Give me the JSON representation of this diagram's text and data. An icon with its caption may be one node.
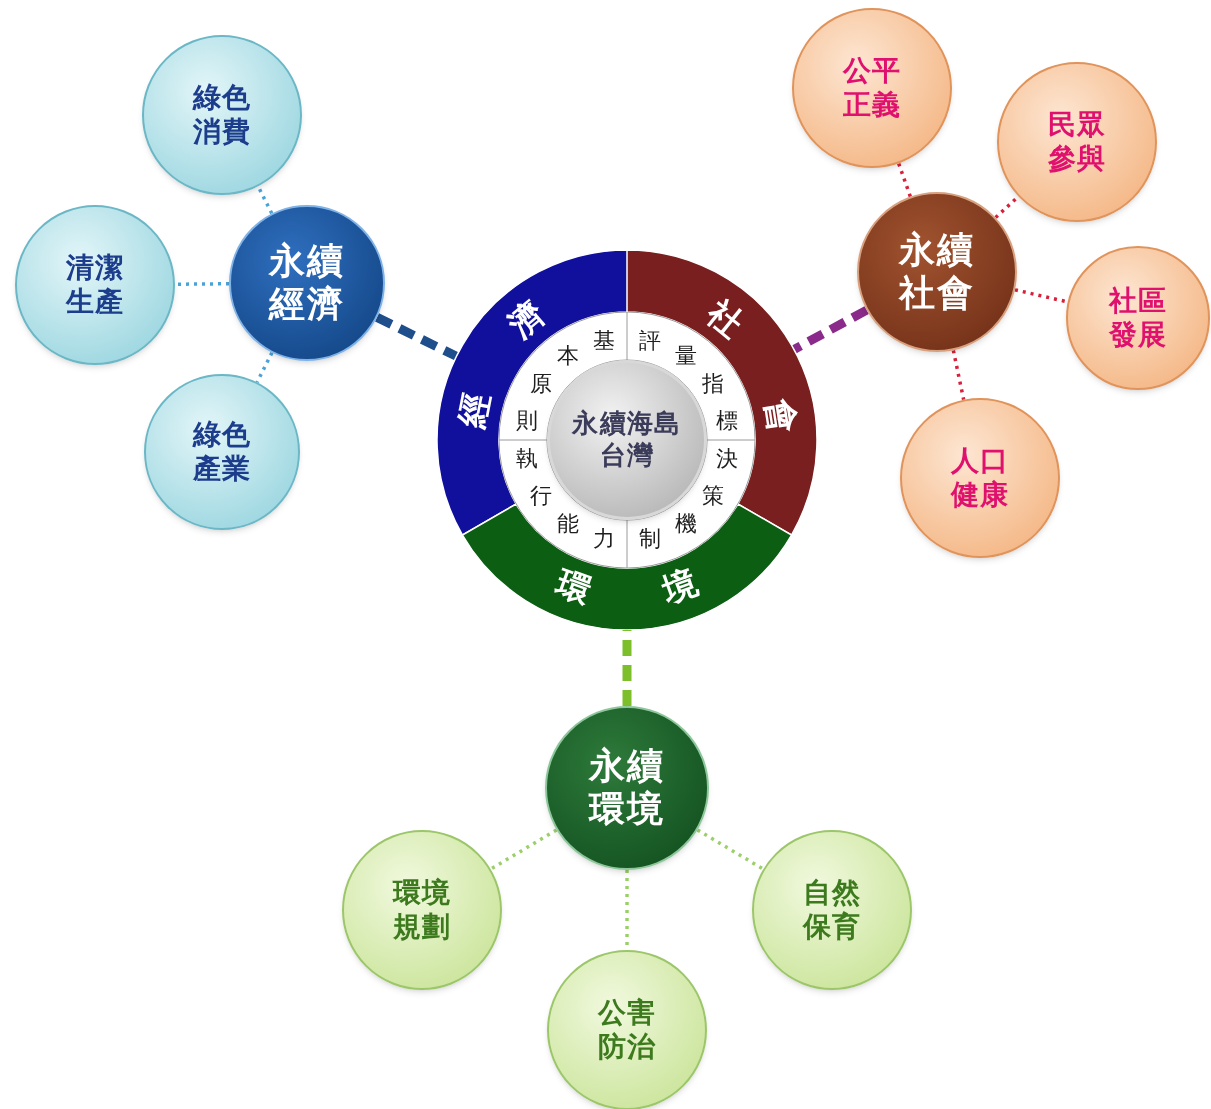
{
  "diagram": {
    "nodes": [
      {
        "text": [
          "經濟"
        ]
      },
      {
        "text": [
          "社會"
        ]
      },
      {
        "text": [
          "環境"
        ]
      },
      {
        "text": [
          "基本原則"
        ]
      },
      {
        "text": [
          "評量指標"
        ]
      },
      {
        "text": [
          "決策機制"
        ]
      },
      {
        "text": [
          "執行能力"
        ]
      },
      {
        "text": [
          "永續海島台灣"
        ]
      },
      {
        "text": [
          "永續經濟"
        ]
      },
      {
        "text": [
          "綠色消費"
        ]
      },
      {
        "text": [
          "清潔生產"
        ]
      },
      {
        "text": [
          "綠色產業"
        ]
      },
      {
        "text": [
          "永續社會"
        ]
      },
      {
        "text": [
          "公平正義"
        ]
      },
      {
        "text": [
          "民眾參與"
        ]
      },
      {
        "text": [
          "社區發展"
        ]
      },
      {
        "text": [
          "人口健康"
        ]
      },
      {
        "text": [
          "永續環境"
        ]
      },
      {
        "text": [
          "環境規劃"
        ]
      },
      {
        "text": [
          "公害防治"
        ]
      },
      {
        "text": [
          "自然保育"
        ]
      }
    ],
    "edges": [
      {
        "from": 8,
        "to": 0,
        "arrow": "none",
        "style": "dashed",
        "color": "#1f4e8c"
      },
      {
        "from": 8,
        "to": 9,
        "arrow": "none",
        "style": "dashed",
        "color": "#4aa3d8"
      },
      {
        "from": 8,
        "to": 10,
        "arrow": "none",
        "style": "dashed",
        "color": "#4aa3d8"
      },
      {
        "from": 8,
        "to": 11,
        "arrow": "none",
        "style": "dashed",
        "color": "#4aa3d8"
      },
      {
        "from": 12,
        "to": 1,
        "arrow": "none",
        "style": "dashed",
        "color": "#8a2a8a"
      },
      {
        "from": 12,
        "to": 13,
        "arrow": "none",
        "style": "dashed",
        "color": "#d9203a"
      },
      {
        "from": 12,
        "to": 14,
        "arrow": "none",
        "style": "dashed",
        "color": "#d9203a"
      },
      {
        "from": 12,
        "to": 15,
        "arrow": "none",
        "style": "dashed",
        "color": "#d9203a"
      },
      {
        "from": 12,
        "to": 16,
        "arrow": "none",
        "style": "dashed",
        "color": "#d9203a"
      },
      {
        "from": 17,
        "to": 2,
        "arrow": "none",
        "style": "dashed",
        "color": "#7cbf2a"
      },
      {
        "from": 17,
        "to": 18,
        "arrow": "none",
        "style": "dashed",
        "color": "#9ccf6a"
      },
      {
        "from": 17,
        "to": 19,
        "arrow": "none",
        "style": "dashed",
        "color": "#9ccf6a"
      },
      {
        "from": 17,
        "to": 20,
        "arrow": "none",
        "style": "dashed",
        "color": "#9ccf6a"
      }
    ]
  }
}
